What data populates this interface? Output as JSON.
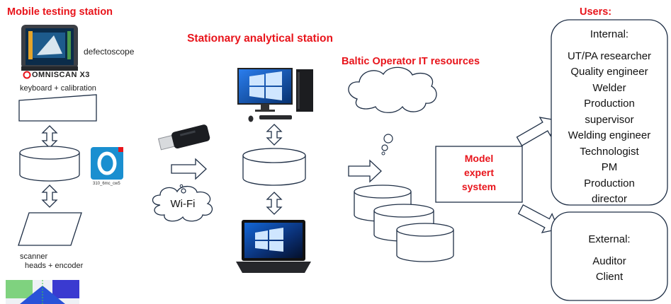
{
  "headings": {
    "mobile": "Mobile testing station",
    "stationary": "Stationary analytical station",
    "baltic": "Baltic Operator IT resources",
    "users": "Users:"
  },
  "mobile": {
    "defectoscope_label": "defectoscope",
    "brand": "OMNISCAN X3",
    "keyboard_label": "keyboard + calibration",
    "app_icon_caption": "310_6mc_cw5",
    "scanner_label_line1": "scanner",
    "scanner_label_line2": "heads + encoder"
  },
  "wifi_label": "Wi-Fi",
  "model": {
    "line1": "Model",
    "line2": "expert",
    "line3": "system"
  },
  "users": {
    "internal_title": "Internal:",
    "internal_items": [
      "UT/PA researcher",
      "Quality engineer",
      "Welder",
      "Production",
      "supervisor",
      "Welding engineer",
      "Technologist",
      "PM",
      "Production",
      "director"
    ],
    "external_title": "External:",
    "external_items": [
      "Auditor",
      "Client"
    ]
  },
  "colors": {
    "accent_red": "#e8141b",
    "stroke": "#1f2f46",
    "windows_blue": "#0a74d8"
  }
}
